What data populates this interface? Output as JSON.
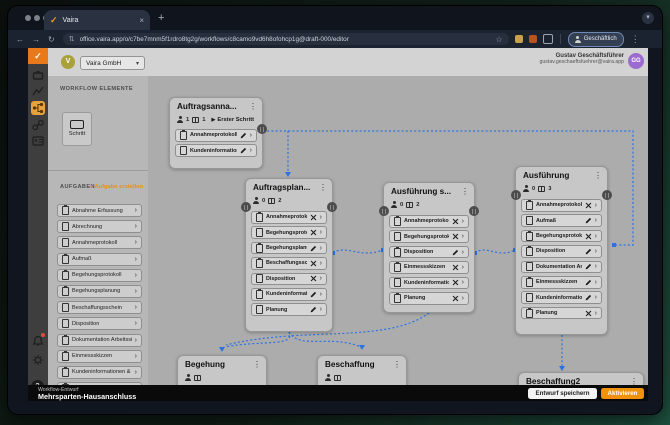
{
  "browser": {
    "tab_title": "Vaira",
    "url": "office.vaira.app/o/c7be7mnm5f1rdro8tg2g/workflows/c8camo9vd6h8ofohcp1g@draft-000/editor",
    "profile_label": "Geschäftlich"
  },
  "header": {
    "org_initial": "V",
    "org_name": "Vaira GmbH",
    "user_name": "Gustav Geschäftsführer",
    "user_email": "gustav.geschaeftsfuehrer@vaira.app",
    "user_initials": "GG"
  },
  "panel": {
    "elements_title": "WORKFLOW ELEMENTE",
    "step_label": "Schritt",
    "tasks_title": "AUFGABEN",
    "create_task_label": "+ Aufgabe erstellen",
    "tasks": [
      "Abnahme Erfassung",
      "Abrechnung",
      "Annahmeprotokoll",
      "Aufmaß",
      "Begehungsprotokoll",
      "Begehungsplanung",
      "Beschaffungsschein",
      "Disposition",
      "Dokumentation Arbeitssicherh",
      "Einmessskizzen",
      "Kundeninformationen & -absti"
    ]
  },
  "canvas": {
    "nodes": [
      {
        "title": "Auftragsanna...",
        "assignees": "1",
        "boards": "1",
        "first_step": "Erster Schritt",
        "tasks": [
          {
            "label": "Annahmeprotokoll",
            "action": "edit"
          },
          {
            "label": "Kundeninformationen",
            "action": "edit"
          }
        ]
      },
      {
        "title": "Auftragsplan...",
        "assignees": "0",
        "boards": "2",
        "tasks": [
          {
            "label": "Annahmeprotokoll",
            "action": "unlink"
          },
          {
            "label": "Begehungsprotokoll",
            "action": "unlink"
          },
          {
            "label": "Begehungsplanung",
            "action": "edit"
          },
          {
            "label": "Beschaffungsschein",
            "action": "unlink"
          },
          {
            "label": "Disposition",
            "action": "unlink"
          },
          {
            "label": "Kundeninformationen",
            "action": "edit"
          },
          {
            "label": "Planung",
            "action": "edit"
          }
        ]
      },
      {
        "title": "Ausführung s...",
        "assignees": "0",
        "boards": "2",
        "tasks": [
          {
            "label": "Annahmeprotokoll",
            "action": "unlink"
          },
          {
            "label": "Begehungsprotokoll",
            "action": "unlink"
          },
          {
            "label": "Disposition",
            "action": "edit"
          },
          {
            "label": "Einmessskizzen",
            "action": "unlink"
          },
          {
            "label": "Kundeninformationen",
            "action": "unlink"
          },
          {
            "label": "Planung",
            "action": "unlink"
          }
        ]
      },
      {
        "title": "Ausführung",
        "assignees": "0",
        "boards": "3",
        "tasks": [
          {
            "label": "Annahmeprotokoll",
            "action": "unlink"
          },
          {
            "label": "Aufmaß",
            "action": "edit"
          },
          {
            "label": "Begehungsprotokoll",
            "action": "unlink"
          },
          {
            "label": "Disposition",
            "action": "edit"
          },
          {
            "label": "Dokumentation Arbeit",
            "action": "edit"
          },
          {
            "label": "Einmessskizzen",
            "action": "edit"
          },
          {
            "label": "Kundeninformationen",
            "action": "edit"
          },
          {
            "label": "Planung",
            "action": "unlink"
          }
        ]
      },
      {
        "title": "Begehung",
        "tasks": []
      },
      {
        "title": "Beschaffung",
        "tasks": []
      },
      {
        "title": "Beschaffung2",
        "tasks": []
      }
    ]
  },
  "footer": {
    "draft_label": "Workflow-Entwurf",
    "workflow_name": "Mehrsparten-Hausanschluss",
    "save_button": "Entwurf speichern",
    "activate_button": "Aktivieren"
  },
  "colors": {
    "brand_orange": "#E87A1B",
    "accent_orange": "#F0920B",
    "connector_blue": "#2D72E0",
    "avatar_purple": "#9C6BD0",
    "avatar_olive": "#A9A13B",
    "alert_red": "#E04B3A"
  }
}
